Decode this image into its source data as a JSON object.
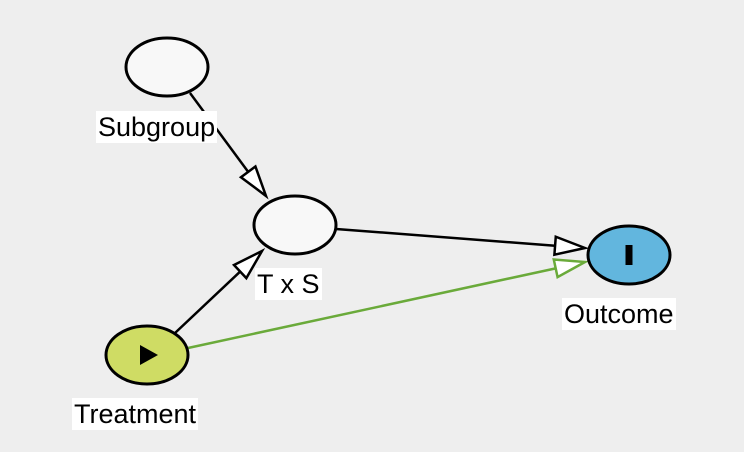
{
  "diagram": {
    "type": "causal-dag",
    "nodes": [
      {
        "id": "subgroup",
        "label": "Subgroup",
        "role": "variable",
        "fill": "#f8f8f8",
        "icon": null
      },
      {
        "id": "txs",
        "label": "T x S",
        "role": "variable",
        "fill": "#f8f8f8",
        "icon": null
      },
      {
        "id": "outcome",
        "label": "Outcome",
        "role": "outcome",
        "fill": "#62b6de",
        "icon": "outcome-bar-icon"
      },
      {
        "id": "treatment",
        "label": "Treatment",
        "role": "exposure",
        "fill": "#cfdc64",
        "icon": "exposure-play-icon"
      }
    ],
    "edges": [
      {
        "from": "subgroup",
        "to": "txs",
        "color": "#000000"
      },
      {
        "from": "treatment",
        "to": "txs",
        "color": "#000000"
      },
      {
        "from": "txs",
        "to": "outcome",
        "color": "#000000"
      },
      {
        "from": "treatment",
        "to": "outcome",
        "color": "#6aaa3a"
      }
    ]
  },
  "colors": {
    "background": "#eeeeee",
    "node_stroke": "#000000",
    "causal_path": "#6aaa3a",
    "biasing_path": "#000000"
  }
}
